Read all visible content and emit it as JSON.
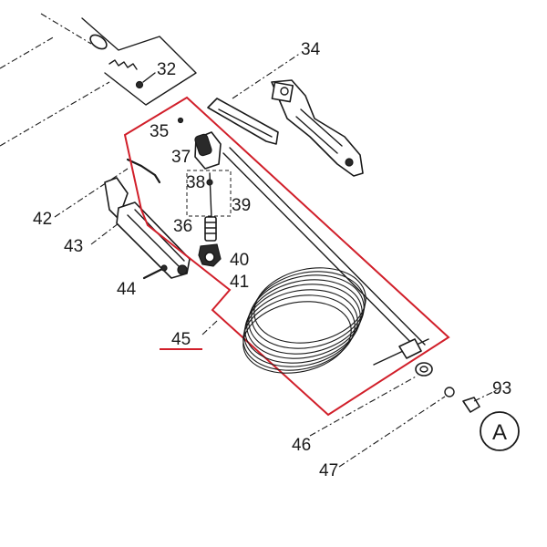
{
  "accent_color": "#d11f2a",
  "ink_color": "#1a1a1a",
  "labels": {
    "p32": "32",
    "p34": "34",
    "p35": "35",
    "p36": "36",
    "p37": "37",
    "p38": "38",
    "p39": "39",
    "p40": "40",
    "p41": "41",
    "p42": "42",
    "p43": "43",
    "p44": "44",
    "p45": "45",
    "p46": "46",
    "p47": "47",
    "p93": "93",
    "callout": "A"
  }
}
